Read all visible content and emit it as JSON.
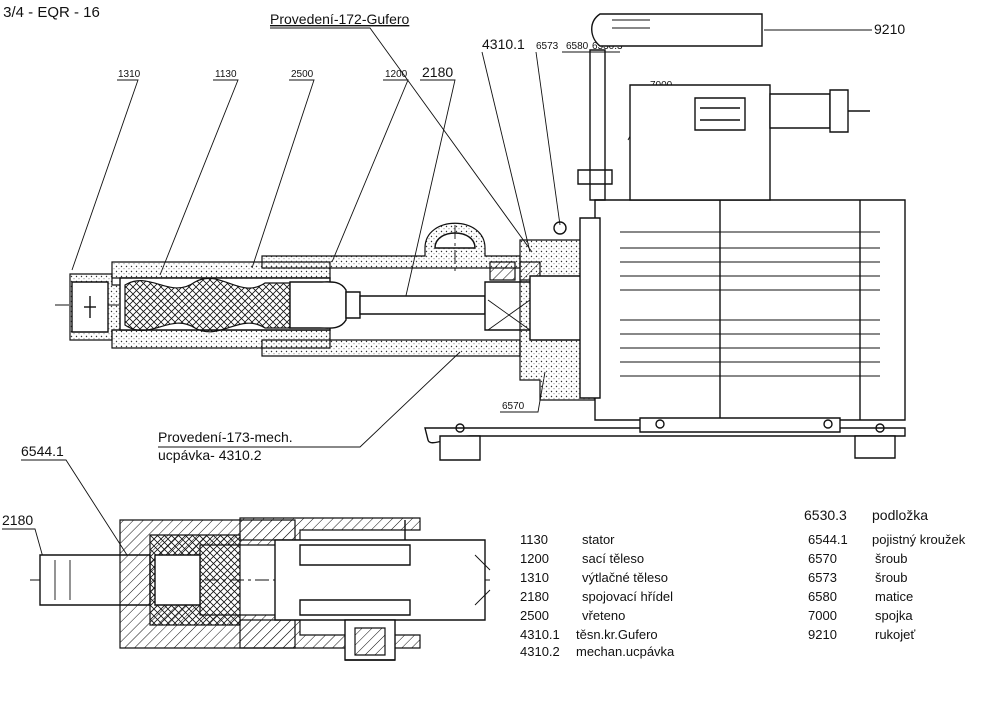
{
  "header": {
    "model": "- 3/4  - EQR - 16"
  },
  "variants": {
    "v172": "Provedení-172-Gufero",
    "v173_line1": "Provedení-173-mech.",
    "v173_line2": "ucpávka- 4310.2"
  },
  "callouts": {
    "c1310": "1310",
    "c1130": "1130",
    "c2500": "2500",
    "c1200": "1200",
    "c2180": "2180",
    "c4310_1": "4310.1",
    "c6573": "6573",
    "c6580": "6580",
    "c6530_3": "6530.3",
    "c9210": "9210",
    "c7000": "7000",
    "c6570": "6570",
    "c6544_1": "6544.1",
    "c2180_detail": "2180"
  },
  "legend_left": [
    {
      "code": "1130",
      "name": "stator"
    },
    {
      "code": "1200",
      "name": "sací těleso"
    },
    {
      "code": "1310",
      "name": "výtlačné těleso"
    },
    {
      "code": "2180",
      "name": "spojovací hřídel"
    },
    {
      "code": "2500",
      "name": "vřeteno"
    },
    {
      "code": "4310.1",
      "name": "těsn.kr.Gufero"
    },
    {
      "code": "4310.2",
      "name": "mechan.ucpávka"
    }
  ],
  "legend_right": [
    {
      "code": "6530.3",
      "name": "podložka"
    },
    {
      "code": "6544.1",
      "name": "pojistný kroužek"
    },
    {
      "code": "6570",
      "name": "šroub"
    },
    {
      "code": "6573",
      "name": "šroub"
    },
    {
      "code": "6580",
      "name": "matice"
    },
    {
      "code": "7000",
      "name": "spojka"
    },
    {
      "code": "9210",
      "name": "rukojeť"
    }
  ]
}
